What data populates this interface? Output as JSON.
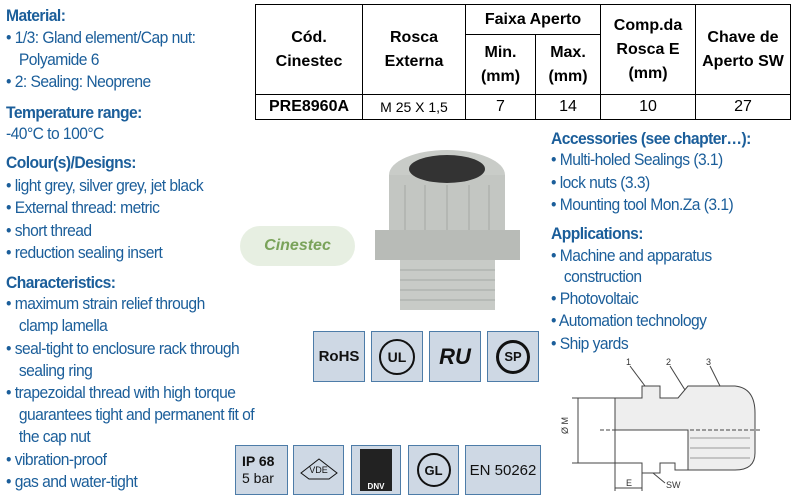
{
  "left": {
    "material_title": "Material:",
    "material_items": [
      "1/3: Gland element/Cap nut:",
      "Polyamide 6",
      "2: Sealing: Neoprene"
    ],
    "temp_title": "Temperature range:",
    "temp_value": "-40°C to 100°C",
    "colour_title": "Colour(s)/Designs:",
    "colour_items": [
      "light grey, silver grey, jet black",
      "External thread: metric",
      "short thread",
      "reduction sealing insert"
    ],
    "char_title": "Characteristics:",
    "char_items": [
      "maximum strain relief through",
      "clamp lamella",
      "seal-tight to enclosure rack through",
      "sealing ring",
      "trapezoidal thread with high torque",
      "guarantees tight and permanent fit of",
      "the cap nut",
      "vibration-proof",
      "gas and water-tight"
    ]
  },
  "right": {
    "acc_title": "Accessories (see chapter…):",
    "acc_items": [
      "Multi-holed Sealings (3.1)",
      "lock nuts (3.3)",
      "Mounting tool Mon.Za (3.1)"
    ],
    "app_title": "Applications:",
    "app_items": [
      "Machine and apparatus",
      "construction",
      "Photovoltaic",
      "Automation technology",
      "Ship yards"
    ]
  },
  "table": {
    "h_cod": "Cód. Cinestec",
    "h_rosca": "Rosca Externa",
    "h_faixa": "Faixa Aperto",
    "h_min": "Min. (mm)",
    "h_max": "Max. (mm)",
    "h_comp": "Comp.da Rosca E (mm)",
    "h_chave": "Chave de Aperto SW",
    "row": {
      "cod": "PRE8960A",
      "rosca": "M 25 X 1,5",
      "min": "7",
      "max": "14",
      "comp": "10",
      "chave": "27"
    }
  },
  "logo": "Cinestec",
  "badges": {
    "rohs": "RoHS",
    "ul": "UL",
    "ru": "RU",
    "csa": "SP",
    "ip": "IP 68",
    "bar": "5 bar",
    "vde": "VDE",
    "dnv": "DNV",
    "gl": "GL",
    "en": "EN 50262"
  },
  "diagram": {
    "l1": "1",
    "l2": "2",
    "l3": "3",
    "dm": "Ø M",
    "e": "E",
    "sw": "SW"
  }
}
